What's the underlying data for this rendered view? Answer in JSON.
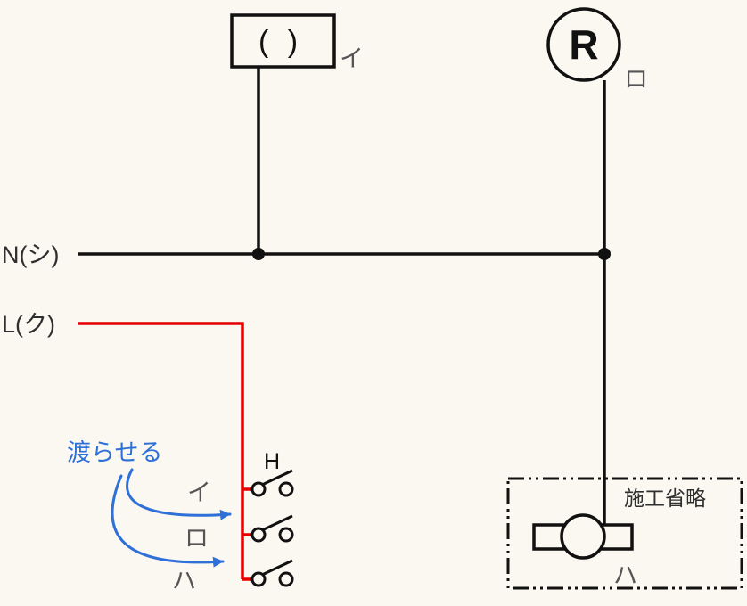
{
  "colors": {
    "background": "#faf8f0",
    "wire": "#111111",
    "live_wire": "#e60000",
    "annotation": "#2f6fd8",
    "label": "#555555",
    "text_dark": "#2f2f2f"
  },
  "labels": {
    "neutral_wire": "N(シ)",
    "live_wire": "L(ク)",
    "ceiling_fixture_symbol": "( )",
    "ceiling_fixture": "イ",
    "lamp_receptacle_symbol": "R",
    "lamp_receptacle": "ロ",
    "switch_group": "H",
    "switch_1": "イ",
    "switch_2": "ロ",
    "switch_3": "ハ",
    "annotation": "渡らせる",
    "omitted_box": "施工省略",
    "omitted_lamp": "ハ"
  }
}
